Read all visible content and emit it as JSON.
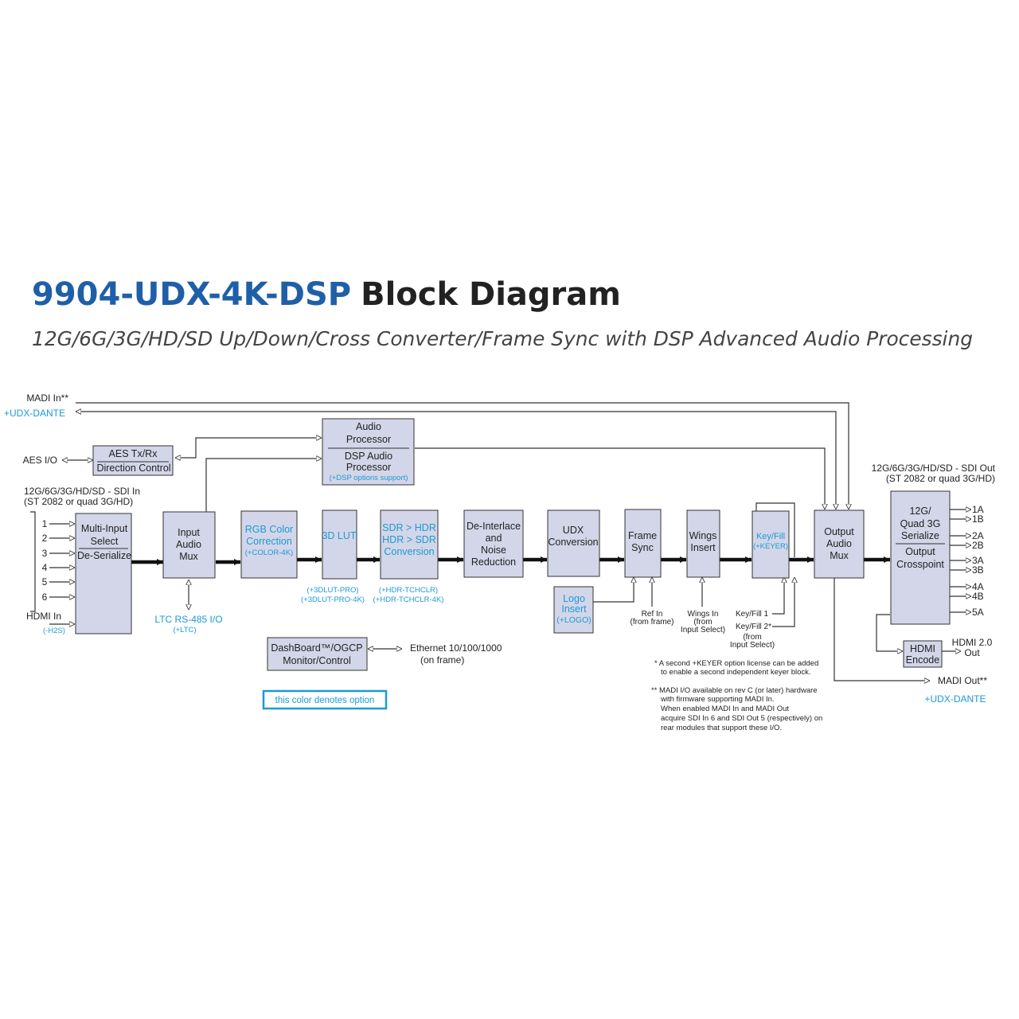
{
  "header": {
    "model": "9904-UDX-4K-DSP",
    "title": "Block Diagram",
    "subtitle": "12G/6G/3G/HD/SD Up/Down/Cross Converter/Frame Sync with DSP Advanced Audio Processing"
  },
  "inputs": {
    "madi_in": "MADI In**",
    "udx_dante": "+UDX-DANTE",
    "aes_io": "AES I/O",
    "sdi_in_1": "12G/6G/3G/HD/SD - SDI In",
    "sdi_in_2": "(ST 2082 or quad 3G/HD)",
    "ports": [
      "1",
      "2",
      "3",
      "4",
      "5",
      "6"
    ],
    "hdmi_in": "HDMI In",
    "hdmi_in_opt": "(-H2S)"
  },
  "blocks": {
    "aes": [
      "AES Tx/Rx",
      "Direction Control"
    ],
    "audio_proc": {
      "top": [
        "Audio",
        "Processor"
      ],
      "bottom": [
        "DSP Audio",
        "Processor"
      ],
      "option": "(+DSP options support)"
    },
    "multi_input": {
      "top": [
        "Multi-Input",
        "Select"
      ],
      "bottom": "De-Serialize"
    },
    "input_audio": [
      "Input",
      "Audio",
      "Mux"
    ],
    "rgb": {
      "lines": [
        "RGB Color",
        "Correction"
      ],
      "option": "(+COLOR-4K)"
    },
    "lut": {
      "label": "3D LUT",
      "options": [
        "(+3DLUT-PRO)",
        "(+3DLUT-PRO-4K)"
      ]
    },
    "sdr": {
      "lines": [
        "SDR > HDR",
        "HDR > SDR",
        "Conversion"
      ],
      "options": [
        "(+HDR-TCHCLR)",
        "(+HDR-TCHCLR-4K)"
      ]
    },
    "deint": [
      "De-Interlace",
      "and",
      "Noise",
      "Reduction"
    ],
    "udx": [
      "UDX",
      "Conversion"
    ],
    "frame_sync": [
      "Frame",
      "Sync"
    ],
    "wings": [
      "Wings",
      "Insert"
    ],
    "keyfill": {
      "label": "Key/Fill",
      "option": "(+KEYER)"
    },
    "logo": {
      "lines": [
        "Logo",
        "Insert"
      ],
      "option": "(+LOGO)"
    },
    "output_audio": [
      "Output",
      "Audio",
      "Mux"
    ],
    "serializer": {
      "top": [
        "12G/",
        "Quad 3G",
        "Serialize"
      ],
      "bottom": [
        "Output",
        "Crosspoint"
      ]
    },
    "hdmi_encode": [
      "HDMI",
      "Encode"
    ],
    "dashboard": [
      "DashBoard™/OGCP",
      "Monitor/Control"
    ]
  },
  "labels": {
    "ltc": "LTC RS-485 I/O",
    "ltc_opt": "(+LTC)",
    "ref_in": [
      "Ref In",
      "(from frame)"
    ],
    "wings_in": [
      "Wings In",
      "(from",
      "Input Select)"
    ],
    "keyfill_1": "Key/Fill 1",
    "keyfill_2": "Key/Fill 2*",
    "keyfill_from": [
      "(from",
      "Input Select)"
    ],
    "ethernet": [
      "Ethernet 10/100/1000",
      "(on frame)"
    ],
    "legend": "this color denotes option"
  },
  "outputs": {
    "sdi_out_1": "12G/6G/3G/HD/SD - SDI Out",
    "sdi_out_2": "(ST 2082 or quad 3G/HD)",
    "ports": [
      "1A",
      "1B",
      "2A",
      "2B",
      "3A",
      "3B",
      "4A",
      "4B",
      "5A"
    ],
    "hdmi_out": [
      "HDMI 2.0",
      "Out"
    ],
    "madi_out": "MADI Out**",
    "udx_dante": "+UDX-DANTE"
  },
  "footnotes": {
    "keyer": [
      "* A second +KEYER option license can be added",
      "to enable a second independent keyer block."
    ],
    "madi": [
      "** MADI I/O available on rev C (or later) hardware",
      "with firmware supporting MADI In.",
      "When enabled MADI In and MADI Out",
      "acquire SDI In 6 and SDI Out 5 (respectively) on",
      "rear modules that support these I/O."
    ]
  },
  "colors": {
    "block_fill": "#d3d6e8",
    "option_text": "#1b9ad6",
    "model_text": "#1f5fa8"
  }
}
